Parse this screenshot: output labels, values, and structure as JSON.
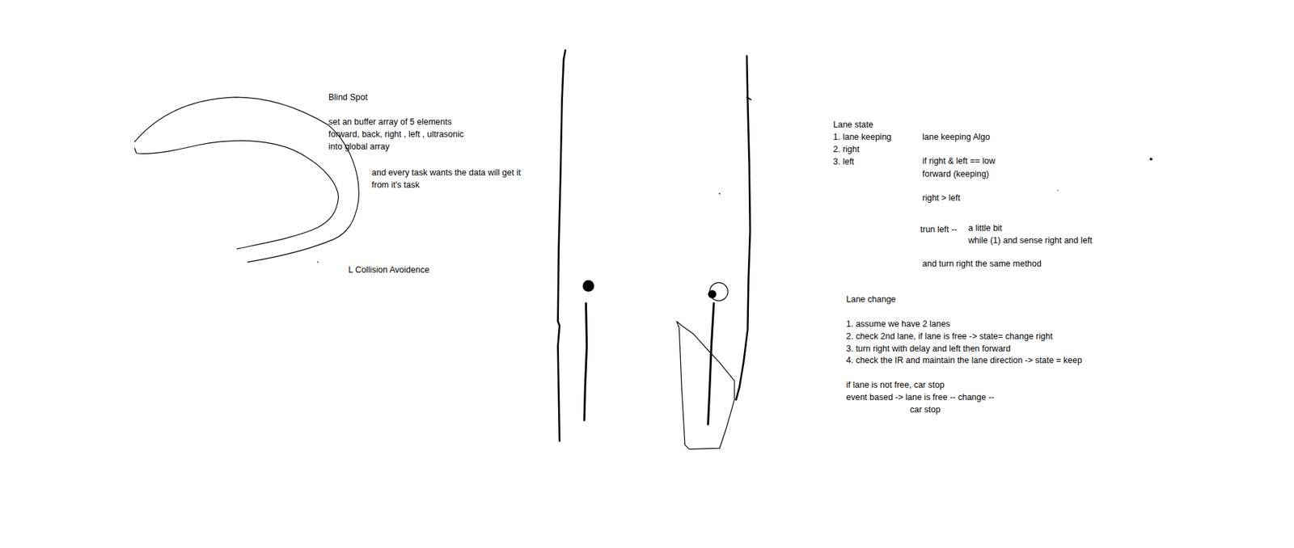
{
  "diagram": {
    "labels": [
      "Blind Spot",
      "set an buffer array of 5 elements",
      "forward, back, right , left , ultrasonic",
      "into global array",
      "and every task wants the data will get it",
      "from it's task",
      "L Collision Avoidence",
      "Lane state",
      "1. lane keeping",
      "2. right",
      "3. left",
      "lane keeping Algo",
      "if right & left  == low",
      "forward (keeping)",
      "right > left",
      "trun left --",
      "a little bit",
      "while (1) and sense right and left",
      "and turn right the same method",
      "Lane change",
      "1. assume we have 2 lanes",
      "2. check 2nd lane, if lane is free -> state= change right",
      "3. turn right with delay and left then forward",
      "4. check the IR and maintain the lane direction -> state = keep",
      "if lane is not free, car stop",
      "event based -> lane is free -- change --",
      "car stop"
    ]
  }
}
